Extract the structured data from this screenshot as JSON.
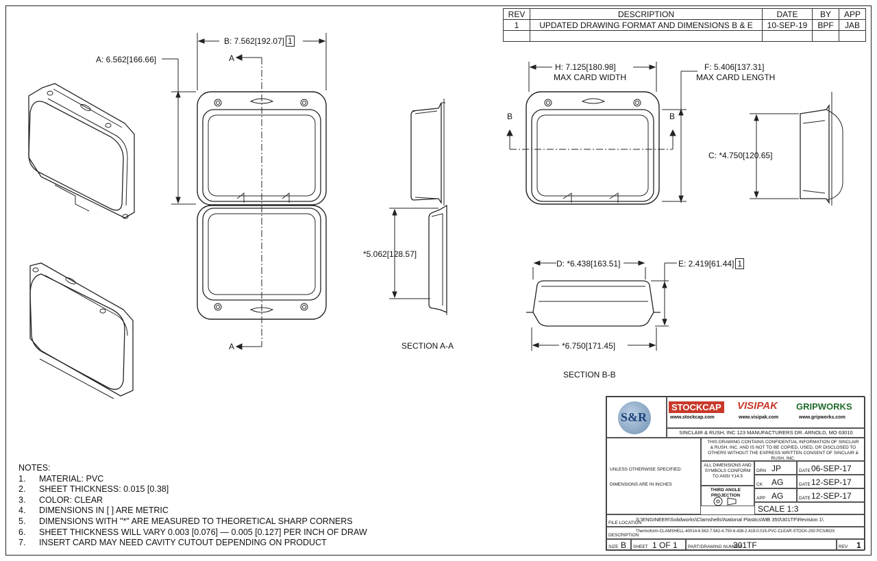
{
  "revision_table": {
    "headers": [
      "REV",
      "DESCRIPTION",
      "DATE",
      "BY",
      "APP"
    ],
    "rows": [
      [
        "1",
        "UPDATED DRAWING FORMAT AND DIMENSIONS B & E",
        "10-SEP-19",
        "BPF",
        "JAB"
      ]
    ]
  },
  "dimensions": {
    "a": "A: 6.562",
    "a_metric": "166.66",
    "b": "B: 7.562",
    "b_metric": "192.07",
    "b_note": "1",
    "h": "H: 7.125",
    "h_metric": "180.98",
    "h_sub": "MAX CARD WIDTH",
    "f": "F: 5.406",
    "f_metric": "137.31",
    "f_sub": "MAX CARD LENGTH",
    "c": "C: *4.750",
    "c_metric": "120.65",
    "depth": "*5.062",
    "depth_metric": "128.57",
    "d": "D: *6.438",
    "d_metric": "163.51",
    "e": "E: 2.419",
    "e_metric": "61.44",
    "e_note": "1",
    "overall": "*6.750",
    "overall_metric": "171.45"
  },
  "section_markers": {
    "a": "A",
    "b": "B"
  },
  "section_labels": {
    "aa": "SECTION A-A",
    "bb": "SECTION B-B"
  },
  "notes": {
    "title": "NOTES:",
    "items": [
      {
        "num": "1.",
        "text": "MATERIAL: PVC"
      },
      {
        "num": "2.",
        "text": "SHEET THICKNESS: 0.015 [0.38]"
      },
      {
        "num": "3.",
        "text": "COLOR: CLEAR"
      },
      {
        "num": "4.",
        "text": "DIMENSIONS IN [ ] ARE METRIC"
      },
      {
        "num": "5.",
        "text": "DIMENSIONS WITH \"*\" ARE MEASURED TO THEORETICAL SHARP CORNERS"
      },
      {
        "num": "6.",
        "text": "SHEET THICKNESS WILL VARY 0.003 [0.076] — 0.005 [0.127] PER INCH OF DRAW"
      },
      {
        "num": "7.",
        "text": "INSERT CARD MAY NEED CAVITY CUTOUT DEPENDING ON PRODUCT"
      }
    ]
  },
  "title_block": {
    "logo_sr": "S&R",
    "brand1": "STOCKCAP",
    "brand1_url": "www.stockcap.com",
    "brand2": "VISIPAK",
    "brand2_url": "www.visipak.com",
    "brand3": "GRIPWORKS",
    "brand3_url": "www.gripworks.com",
    "address": "SINCLAIR & RUSH, INC 123 MANUFACTURERS DR. ARNOLD, MO 63010",
    "confidential": "THIS DRAWING CONTAINS CONFIDENTIAL INFORMATION OF SINCLAIR & RUSH, INC. AND IS NOT TO BE COPIED, USED, OR DISCLOSED TO OTHERS WITHOUT THE EXPRESS WRITTEN CONSENT OF SINCLAIR & RUSH, INC.",
    "unless": "UNLESS OTHERWISE SPECIFIED:",
    "inches": "DIMENSIONS ARE IN INCHES",
    "ansi": "ALL DIMENSIONS AND SYMBOLS CONFORM TO ANSI Y14.5",
    "projection": "THIRD ANGLE PROJECTION",
    "drn_label": "DRN",
    "drn": "JP",
    "drn_date": "06-SEP-17",
    "ck_label": "CK",
    "ck": "AG",
    "ck_date": "12-SEP-17",
    "app_label": "APP",
    "app": "AG",
    "app_date": "12-SEP-17",
    "date_label": "DATE",
    "scale": "SCALE 1:3",
    "file_label": "FILE LOCATION",
    "file_location": "S:\\ENGINEER\\Solidworks\\Clamshells\\National Plastics\\MB 350\\301TF\\Revision 1\\",
    "desc_label": "DESCRIPTION",
    "description": "Thermoform-CLAMSHELL-40014-6.562-7.562-4.750-6.438-2.419-0.015-PVC-CLEAR-STOCK-250 PCS/BOX",
    "size_label": "SIZE",
    "size": "B",
    "sheet_label": "SHEET",
    "sheet": "1 OF 1",
    "part_label": "PART/DRAWING NUMBER",
    "part": "301TF",
    "rev_label": "REV",
    "rev": "1"
  }
}
